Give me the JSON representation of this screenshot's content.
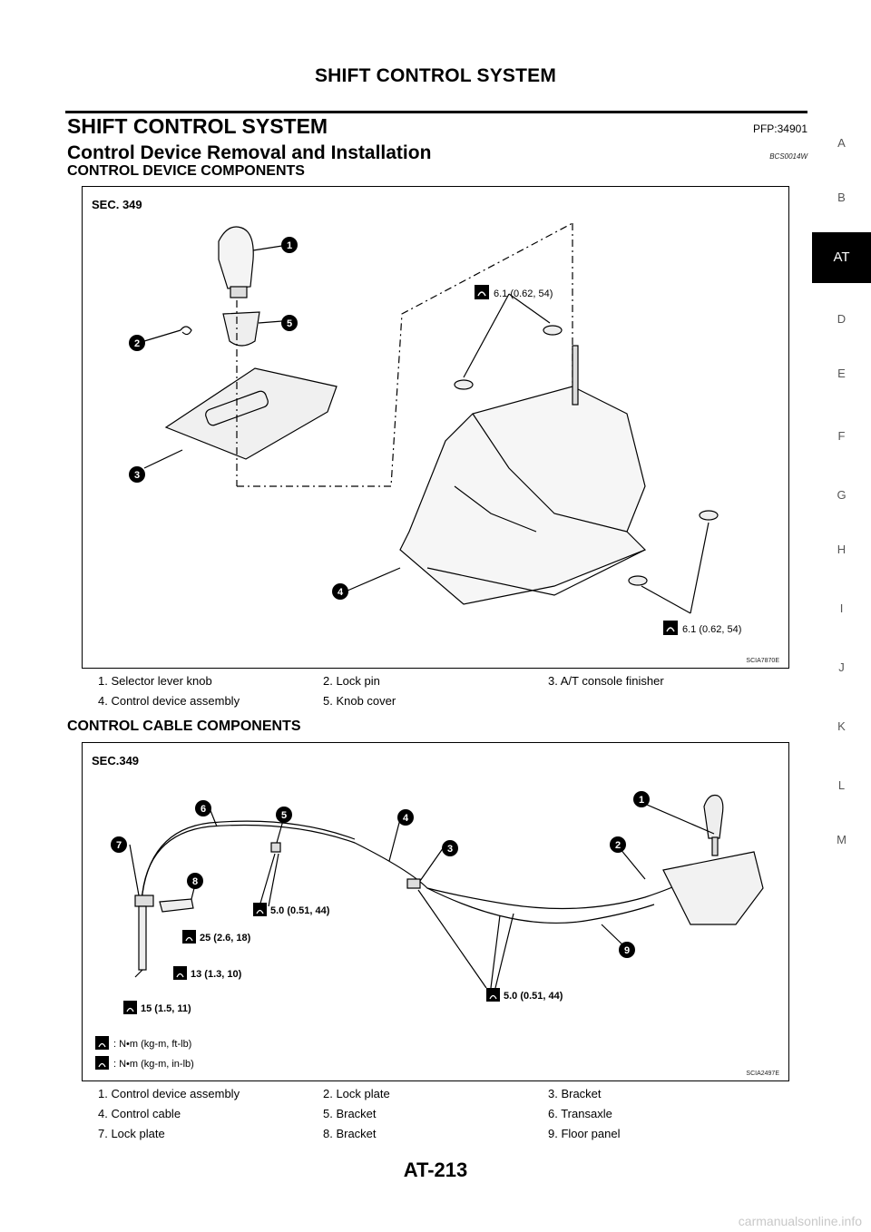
{
  "header": {
    "title": "SHIFT CONTROL SYSTEM"
  },
  "section": {
    "title": "SHIFT CONTROL SYSTEM",
    "pfp": "PFP:34901"
  },
  "subsection": {
    "title": "Control Device Removal and Installation",
    "code": "BCS0014W"
  },
  "figure1": {
    "heading": "CONTROL DEVICE COMPONENTS",
    "sec": "SEC. 349",
    "code": "SCIA7870E",
    "torque_top": "6.1 (0.62, 54)",
    "torque_bottom": "6.1 (0.62, 54)",
    "callouts": [
      "1",
      "2",
      "3",
      "4",
      "5"
    ],
    "legend": [
      "1.   Selector lever knob",
      "2.   Lock pin",
      "3.   A/T console finisher",
      "4.   Control device assembly",
      "5.   Knob cover"
    ]
  },
  "figure2": {
    "heading": "CONTROL CABLE COMPONENTS",
    "sec": "SEC.349",
    "code": "SCIA2497E",
    "torque_a": "5.0 (0.51, 44)",
    "torque_b": "25 (2.6, 18)",
    "torque_c": "13 (1.3, 10)",
    "torque_d": "15 (1.5, 11)",
    "torque_e": "5.0 (0.51, 44)",
    "units_1": ": N•m (kg-m, ft-lb)",
    "units_2": ": N•m (kg-m, in-lb)",
    "callouts": [
      "1",
      "2",
      "3",
      "4",
      "5",
      "6",
      "7",
      "8",
      "9"
    ],
    "legend": [
      "1.   Control device assembly",
      "2.   Lock plate",
      "3.   Bracket",
      "4.   Control cable",
      "5.   Bracket",
      "6.   Transaxle",
      "7.   Lock plate",
      "8.   Bracket",
      "9.   Floor panel"
    ]
  },
  "side_index": [
    "A",
    "B",
    "AT",
    "D",
    "E",
    "F",
    "G",
    "H",
    "I",
    "J",
    "K",
    "L",
    "M"
  ],
  "footer": {
    "page": "AT-213"
  },
  "watermark": "carmanualsonline.info",
  "icons": [
    "torque-wrench-icon"
  ]
}
